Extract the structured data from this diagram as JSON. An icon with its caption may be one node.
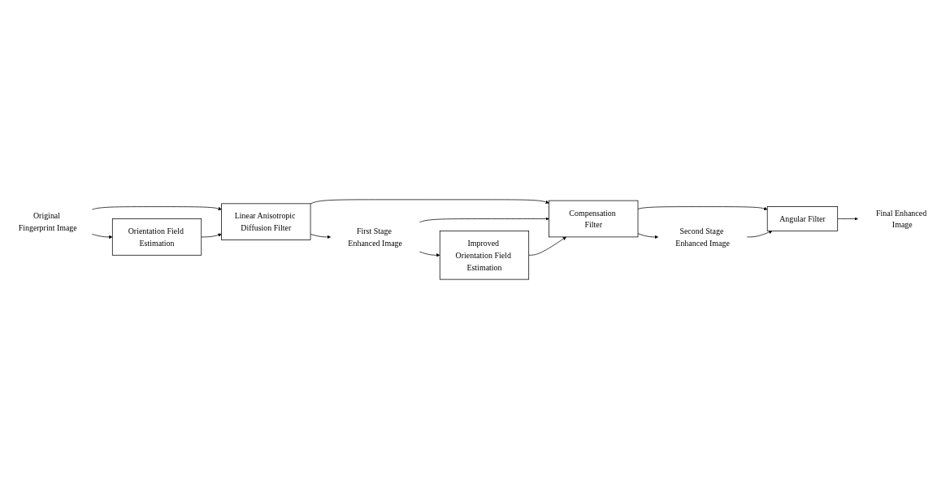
{
  "diagram": {
    "nodes": [
      {
        "text": [
          "Original Fingerprint Image"
        ]
      },
      {
        "text": [
          "Orientation Field Estimation"
        ]
      },
      {
        "text": [
          "Linear Anisotropic Diffusion Filter"
        ]
      },
      {
        "text": [
          "First Stage Enhanced Image"
        ]
      },
      {
        "text": [
          "Improved Orientation Field Estimation"
        ]
      },
      {
        "text": [
          "Compensation Filter"
        ]
      },
      {
        "text": [
          "Second Stage Enhanced Image"
        ]
      },
      {
        "text": [
          "Angular Filter"
        ]
      },
      {
        "text": [
          "Final Enhanced Image"
        ]
      }
    ],
    "edges": [
      {
        "from": 0,
        "to": 1,
        "arrow": "to"
      },
      {
        "from": 0,
        "to": 2,
        "arrow": "to"
      },
      {
        "from": 1,
        "to": 2,
        "arrow": "to"
      },
      {
        "from": 2,
        "to": 3,
        "arrow": "to"
      },
      {
        "from": 2,
        "to": 5,
        "arrow": "to"
      },
      {
        "from": 3,
        "to": 4,
        "arrow": "to"
      },
      {
        "from": 3,
        "to": 5,
        "arrow": "to"
      },
      {
        "from": 4,
        "to": 5,
        "arrow": "to"
      },
      {
        "from": 5,
        "to": 6,
        "arrow": "to"
      },
      {
        "from": 5,
        "to": 7,
        "arrow": "to"
      },
      {
        "from": 6,
        "to": 7,
        "arrow": "to"
      },
      {
        "from": 7,
        "to": 8,
        "arrow": "to"
      }
    ]
  }
}
